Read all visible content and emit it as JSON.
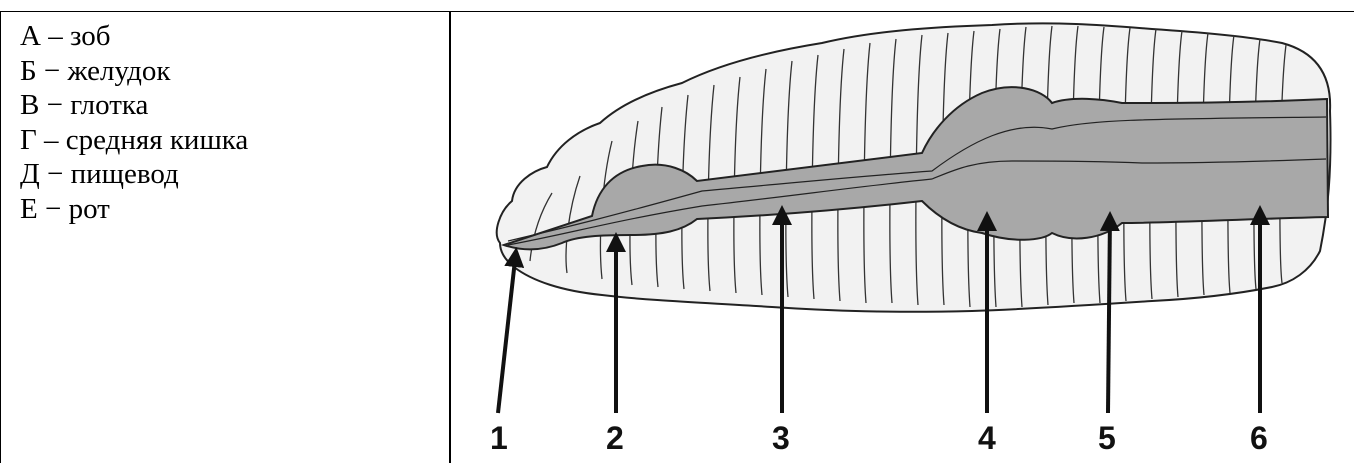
{
  "legend": [
    "А – зоб",
    "Б − желудок",
    "В − глотка",
    "Г – средняя кишка",
    "Д − пищевод",
    "Е − рот"
  ],
  "labels": [
    "1",
    "2",
    "3",
    "4",
    "5",
    "6"
  ],
  "colors": {
    "body_fill": "#f2f2f2",
    "gut_fill": "#a8a8a8",
    "outline": "#222222",
    "arrow": "#111111"
  }
}
